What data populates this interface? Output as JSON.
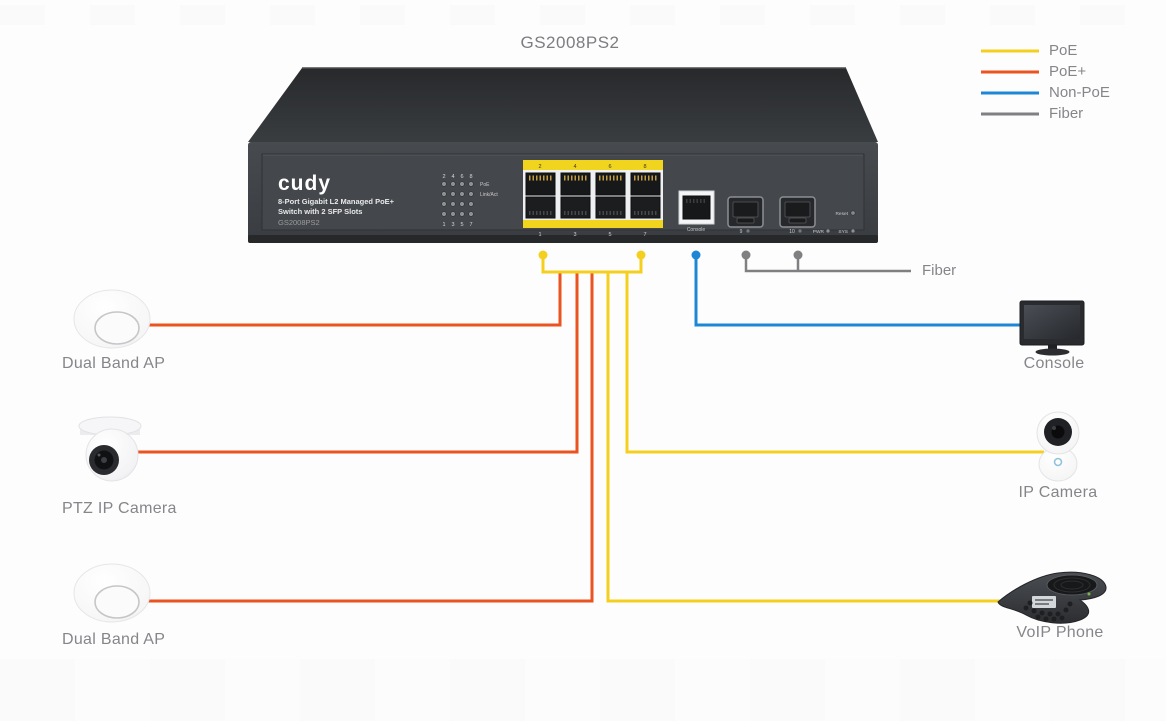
{
  "title": "GS2008PS2",
  "colors": {
    "poe": "#F5CF1E",
    "poe_plus": "#E95420",
    "non_poe": "#1D87D6",
    "fiber": "#808083"
  },
  "legend": {
    "items": [
      {
        "label": "PoE",
        "color": "#F5CF1E"
      },
      {
        "label": "PoE+",
        "color": "#E95420"
      },
      {
        "label": "Non-PoE",
        "color": "#1D87D6"
      },
      {
        "label": "Fiber",
        "color": "#808083"
      }
    ]
  },
  "switch_panel": {
    "brand": "cudy",
    "desc_line1": "8-Port Gigabit L2 Managed PoE+",
    "desc_line2": "Switch with 2 SFP Slots",
    "model": "GS2008PS2",
    "led_top_numbers": [
      "2",
      "4",
      "6",
      "8"
    ],
    "led_bottom_numbers": [
      "1",
      "3",
      "5",
      "7"
    ],
    "led_row1_label": "PoE",
    "led_row2_label": "Link/Act",
    "port_top_numbers": [
      "2",
      "4",
      "6",
      "8"
    ],
    "port_bottom_numbers": [
      "1",
      "3",
      "5",
      "7"
    ],
    "console_port_label": "Console",
    "sfp_labels": [
      "9",
      "10"
    ],
    "pwr_label": "PWR",
    "sys_label": "SYS",
    "reset_label": "Reset"
  },
  "fiber_trunk_label": "Fiber",
  "devices": {
    "ap_top": {
      "label": "Dual Band AP",
      "connection": "PoE+"
    },
    "ptz_camera": {
      "label": "PTZ IP Camera",
      "connection": "PoE+"
    },
    "ap_bottom": {
      "label": "Dual Band AP",
      "connection": "PoE+"
    },
    "console": {
      "label": "Console",
      "connection": "Non-PoE"
    },
    "ip_camera": {
      "label": "IP Camera",
      "connection": "PoE"
    },
    "voip_phone": {
      "label": "VoIP Phone",
      "connection": "PoE"
    }
  }
}
